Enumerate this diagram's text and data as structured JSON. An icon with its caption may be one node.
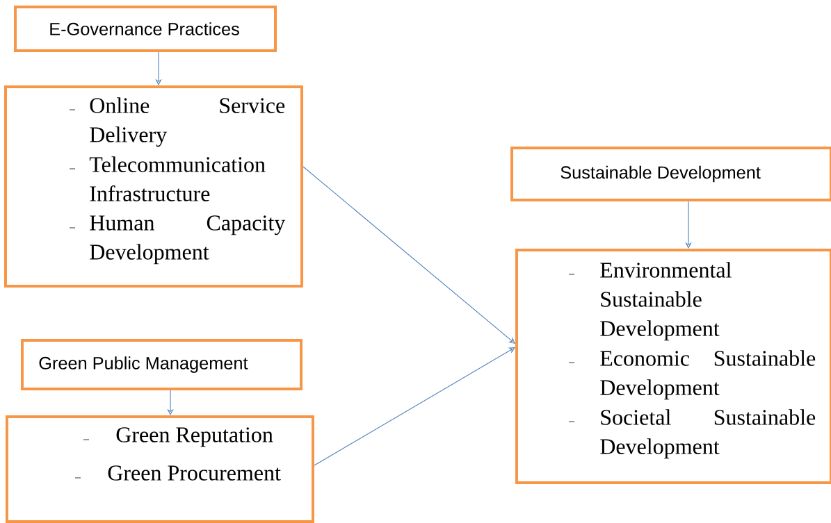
{
  "diagram": {
    "nodes": [
      {
        "text": [
          "E-Governance Practices"
        ]
      },
      {
        "text": [
          "Online Service Delivery",
          "Telecommunication Infrastructure",
          "Human Capacity Development"
        ]
      },
      {
        "text": [
          "Green Public Management"
        ]
      },
      {
        "text": [
          "Green Reputation",
          "Green Procurement"
        ]
      },
      {
        "text": [
          "Sustainable Development"
        ]
      },
      {
        "text": [
          "Environmental Sustainable Development",
          "Economic Sustainable Development",
          "Societal Sustainable Development"
        ]
      }
    ],
    "edges": [
      {
        "from": 0,
        "to": 1,
        "arrow": "to"
      },
      {
        "from": 2,
        "to": 3,
        "arrow": "to"
      },
      {
        "from": 4,
        "to": 5,
        "arrow": "to"
      },
      {
        "from": 1,
        "to": 5,
        "arrow": "to"
      },
      {
        "from": 3,
        "to": 5,
        "arrow": "to"
      }
    ]
  }
}
